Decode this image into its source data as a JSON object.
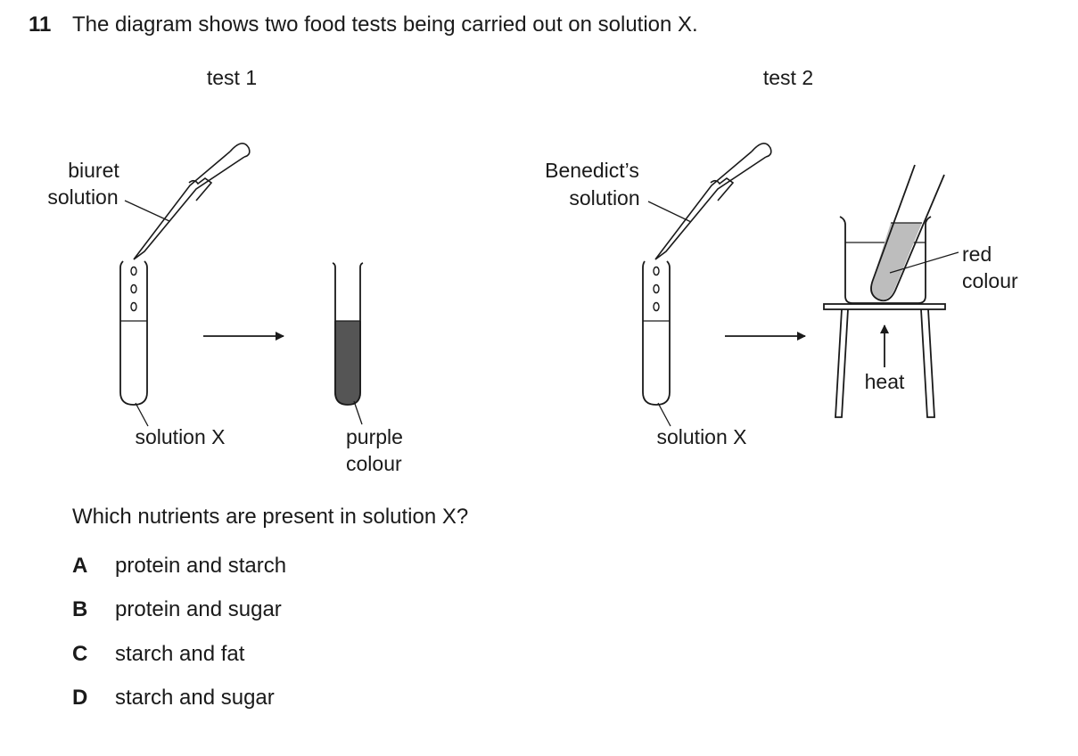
{
  "question_number": "11",
  "stem": "The diagram shows two food tests being carried out on solution X.",
  "diagram": {
    "test1_title": "test 1",
    "test2_title": "test 2",
    "biuret_line1": "biuret",
    "biuret_line2": "solution",
    "benedicts_line1": "Benedict’s",
    "benedicts_line2": "solution",
    "solution_x_1": "solution X",
    "solution_x_2": "solution X",
    "purple_line1": "purple",
    "purple_line2": "colour",
    "red_line1": "red",
    "red_line2": "colour",
    "heat": "heat"
  },
  "question": "Which nutrients are present in solution X?",
  "options": [
    {
      "letter": "A",
      "text": "protein and starch"
    },
    {
      "letter": "B",
      "text": "protein and sugar"
    },
    {
      "letter": "C",
      "text": "starch and fat"
    },
    {
      "letter": "D",
      "text": "starch and sugar"
    }
  ],
  "colors": {
    "purple_fill": "#555555",
    "red_fill": "#bdbdbd"
  }
}
